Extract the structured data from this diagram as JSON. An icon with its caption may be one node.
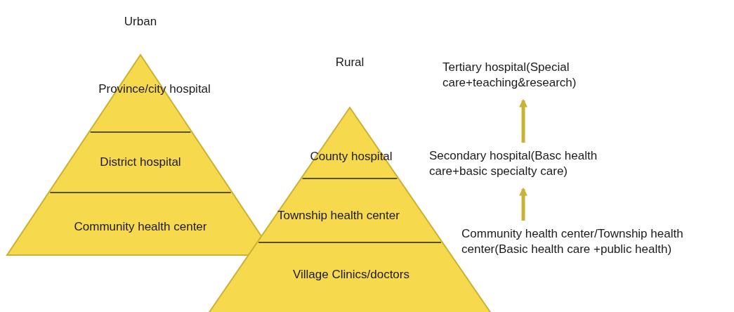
{
  "diagram": {
    "nodes": [
      {
        "text": [
          "Urban"
        ]
      },
      {
        "text": [
          "Province/city hospital"
        ],
        "in": 0
      },
      {
        "text": [
          "District hospital"
        ],
        "in": 0
      },
      {
        "text": [
          "Community health center"
        ],
        "in": 0
      },
      {
        "text": [
          "Rural"
        ]
      },
      {
        "text": [
          "County hospital"
        ],
        "in": 4
      },
      {
        "text": [
          "Township health center"
        ],
        "in": 4
      },
      {
        "text": [
          "Village Clinics/doctors"
        ],
        "in": 4
      },
      {
        "text": [
          "Tertiary hospital(Special care+teaching&research)"
        ]
      },
      {
        "text": [
          "Secondary hospital(Basc health care+basic specialty care)"
        ]
      },
      {
        "text": [
          "Community health center/Township health center(Basic health care +public health)"
        ]
      }
    ],
    "edges": [
      {
        "from": 10,
        "to": 9,
        "arrow": "to"
      },
      {
        "from": 9,
        "to": 8,
        "arrow": "to"
      }
    ]
  }
}
